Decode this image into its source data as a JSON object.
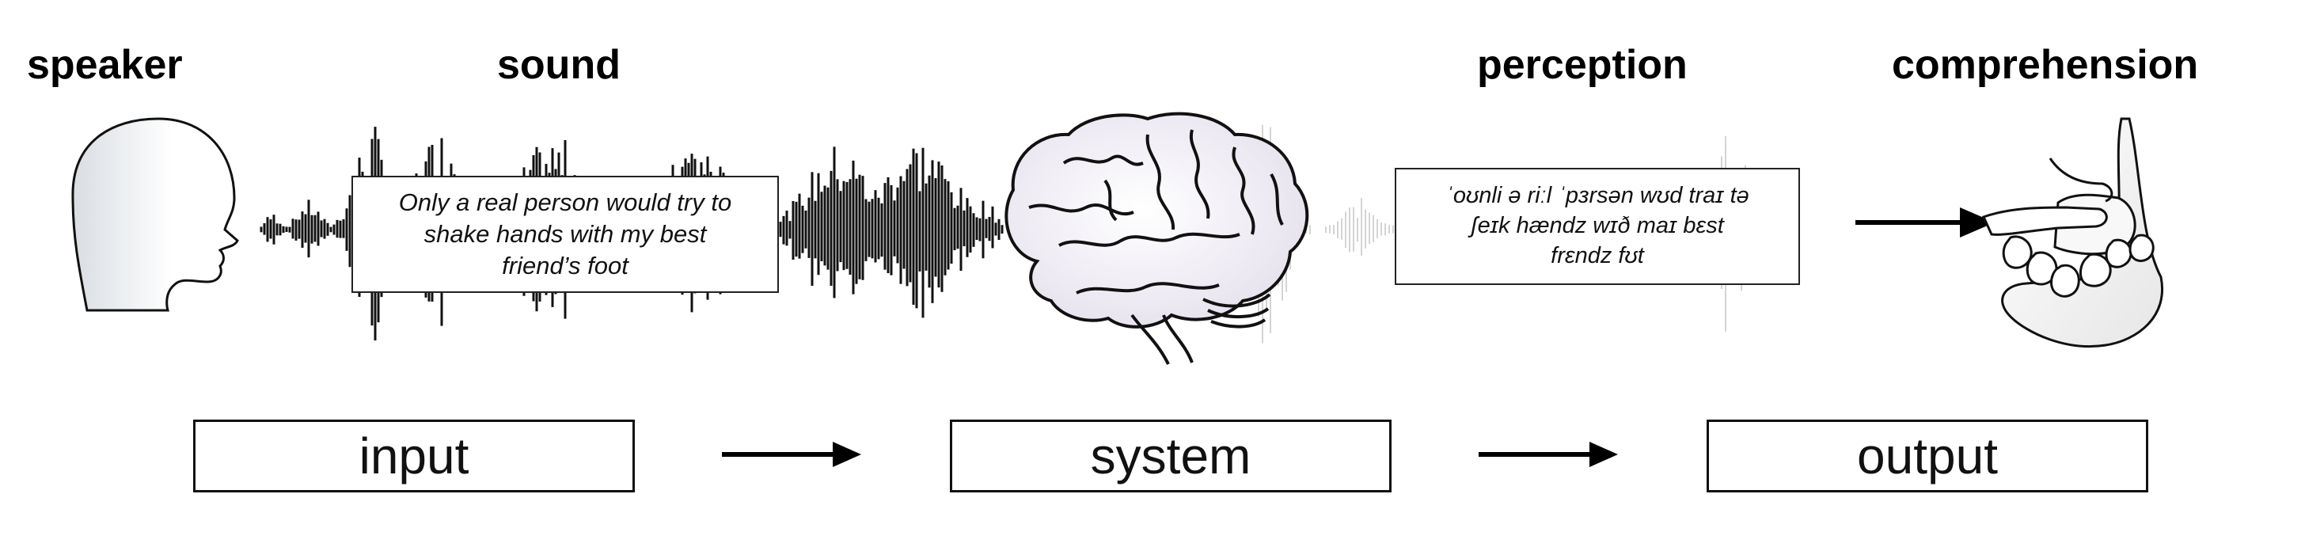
{
  "headings": {
    "speaker": "speaker",
    "sound": "sound",
    "perception": "perception",
    "comprehension": "comprehension"
  },
  "sentence_box": {
    "line1": "Only a real person would try to",
    "line2": "shake hands with my best",
    "line3": "friend’s foot"
  },
  "phonetic_box": {
    "line1": "ˈoʊnli ə riːl ˈpɜrsən wʊd traɪ tə",
    "line2": "ʃeɪk hændz wɪð maɪ bɛst",
    "line3": "frɛndz fʊt"
  },
  "stages": {
    "input": "input",
    "system": "system",
    "output": "output"
  },
  "icons": [
    "head-profile-icon",
    "waveform-icon",
    "brain-icon",
    "handshake-foot-icon",
    "arrow-right-icon"
  ],
  "colors": {
    "ink": "#111111",
    "waveform_dark": "#111111",
    "waveform_faded": "#d4d4d4",
    "brain_fill": "#eeeaf3"
  }
}
